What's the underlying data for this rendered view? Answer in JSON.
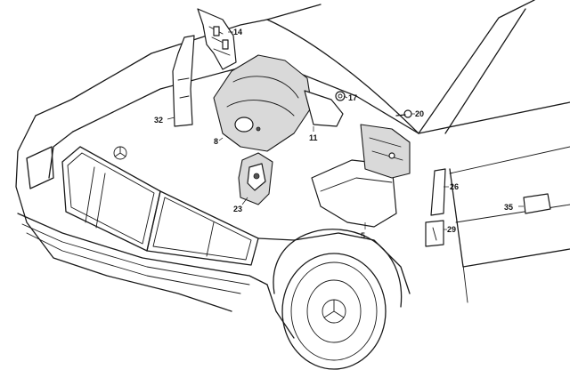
{
  "diagram": {
    "callouts": [
      {
        "id": "14",
        "label": "14"
      },
      {
        "id": "17",
        "label": "17"
      },
      {
        "id": "20",
        "label": "20"
      },
      {
        "id": "32",
        "label": "32"
      },
      {
        "id": "8",
        "label": "8"
      },
      {
        "id": "11",
        "label": "11"
      },
      {
        "id": "26",
        "label": "26"
      },
      {
        "id": "35",
        "label": "35"
      },
      {
        "id": "23",
        "label": "23"
      },
      {
        "id": "29",
        "label": "29"
      },
      {
        "id": "5",
        "label": "5"
      }
    ]
  }
}
